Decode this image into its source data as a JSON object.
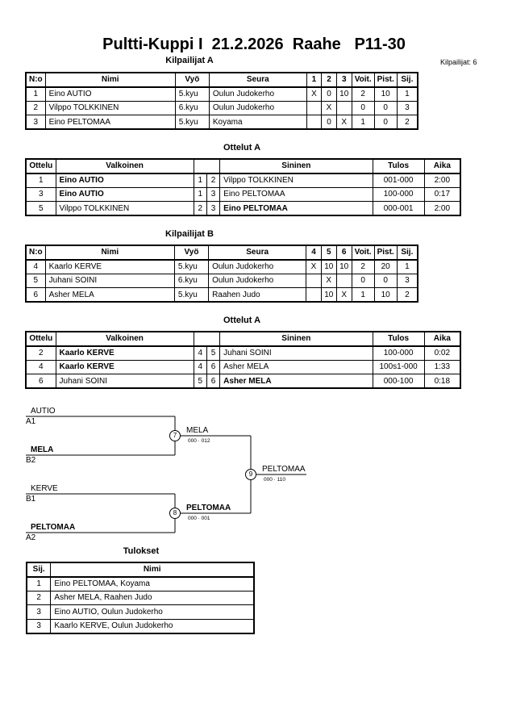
{
  "title": "Pultti-Kuppi I  21.2.2026  Raahe   P11-30",
  "competitors_count": "Kilpailijat: 6",
  "pool_a": {
    "heading": "Kilpailijat A",
    "headers": [
      "N:o",
      "Nimi",
      "Vyö",
      "Seura",
      "1",
      "2",
      "3",
      "Voit.",
      "Pist.",
      "Sij."
    ],
    "rows": [
      [
        "1",
        "Eino AUTIO",
        "5.kyu",
        "Oulun Judokerho",
        "X",
        "0",
        "10",
        "2",
        "10",
        "1"
      ],
      [
        "2",
        "Vilppo TOLKKINEN",
        "6.kyu",
        "Oulun Judokerho",
        "",
        "X",
        "",
        "0",
        "0",
        "3"
      ],
      [
        "3",
        "Eino PELTOMAA",
        "5.kyu",
        "Koyama",
        "",
        "0",
        "X",
        "1",
        "0",
        "2"
      ]
    ]
  },
  "matches_a": {
    "heading": "Ottelut A",
    "headers": [
      "Ottelu",
      "Valkoinen",
      "Sininen",
      "Tulos",
      "Aika"
    ],
    "rows": [
      {
        "no": "1",
        "white": "Eino AUTIO",
        "wn": "1",
        "bn": "2",
        "blue": "Vilppo TOLKKINEN",
        "result": "001-000",
        "time": "2:00"
      },
      {
        "no": "3",
        "white": "Eino AUTIO",
        "wn": "1",
        "bn": "3",
        "blue": "Eino PELTOMAA",
        "result": "100-000",
        "time": "0:17"
      },
      {
        "no": "5",
        "white": "Vilppo TOLKKINEN",
        "wn": "2",
        "bn": "3",
        "blue": "Eino PELTOMAA",
        "result": "000-001",
        "time": "2:00"
      }
    ]
  },
  "pool_b": {
    "heading": "Kilpailijat B",
    "headers": [
      "N:o",
      "Nimi",
      "Vyö",
      "Seura",
      "4",
      "5",
      "6",
      "Voit.",
      "Pist.",
      "Sij."
    ],
    "rows": [
      [
        "4",
        "Kaarlo KERVE",
        "5.kyu",
        "Oulun Judokerho",
        "X",
        "10",
        "10",
        "2",
        "20",
        "1"
      ],
      [
        "5",
        "Juhani SOINI",
        "6.kyu",
        "Oulun Judokerho",
        "",
        "X",
        "",
        "0",
        "0",
        "3"
      ],
      [
        "6",
        "Asher MELA",
        "5.kyu",
        "Raahen Judo",
        "",
        "10",
        "X",
        "1",
        "10",
        "2"
      ]
    ]
  },
  "matches_b": {
    "heading": "Ottelut A",
    "headers": [
      "Ottelu",
      "Valkoinen",
      "Sininen",
      "Tulos",
      "Aika"
    ],
    "rows": [
      {
        "no": "2",
        "white": "Kaarlo KERVE",
        "wn": "4",
        "bn": "5",
        "blue": "Juhani SOINI",
        "result": "100-000",
        "time": "0:02"
      },
      {
        "no": "4",
        "white": "Kaarlo KERVE",
        "wn": "4",
        "bn": "6",
        "blue": "Asher MELA",
        "result": "100s1-000",
        "time": "1:33"
      },
      {
        "no": "6",
        "white": "Juhani SOINI",
        "wn": "5",
        "bn": "6",
        "blue": "Asher MELA",
        "result": "000-100",
        "time": "0:18"
      }
    ]
  },
  "bracket": {
    "top1": "AUTIO",
    "top1_seed": "A1",
    "bot1": "MELA",
    "bot1_seed": "B2",
    "m7_no": "7",
    "m7_winner": "MELA",
    "m7_score": "000 · 012",
    "top2": "KERVE",
    "top2_seed": "B1",
    "bot2": "PELTOMAA",
    "bot2_seed": "A2",
    "m8_no": "8",
    "m8_winner": "PELTOMAA",
    "m8_score": "000 · 001",
    "m9_no": "9",
    "m9_winner": "PELTOMAA",
    "m9_score": "000 · 110"
  },
  "results": {
    "heading": "Tulokset",
    "headers": [
      "Sij.",
      "Nimi"
    ],
    "rows": [
      [
        "1",
        "Eino PELTOMAA, Koyama"
      ],
      [
        "2",
        "Asher MELA, Raahen Judo"
      ],
      [
        "3",
        "Eino AUTIO, Oulun Judokerho"
      ],
      [
        "3",
        "Kaarlo KERVE, Oulun Judokerho"
      ]
    ]
  }
}
